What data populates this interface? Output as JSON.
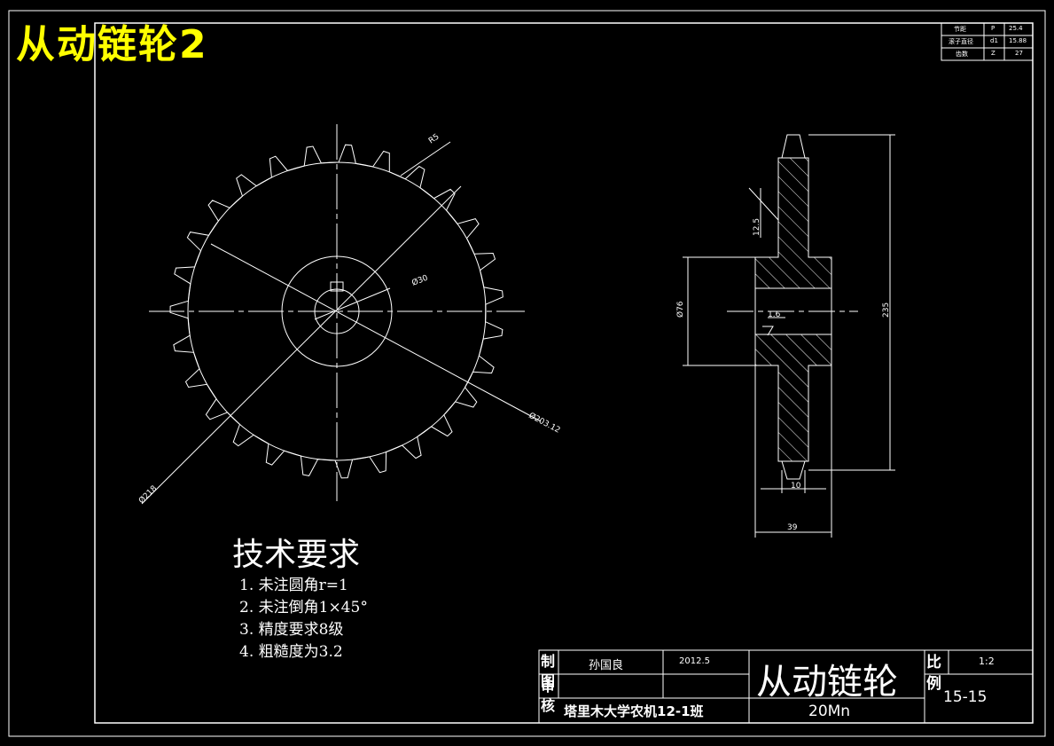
{
  "header_title": "从动链轮2",
  "param_table": {
    "rows": [
      {
        "name": "节距",
        "symbol": "P",
        "value": "25.4"
      },
      {
        "name": "滚子直径",
        "symbol": "d1",
        "value": "15.88"
      },
      {
        "name": "齿数",
        "symbol": "Z",
        "value": "27"
      }
    ]
  },
  "front_view": {
    "dim_r5": "R5",
    "dim_bore": "Ø30",
    "dim_outer": "Ø203.12",
    "dim_root": "Ø218"
  },
  "side_view": {
    "dim_h125": "12.5",
    "dim_d76": "Ø76",
    "dim_h235": "235",
    "dim_16": "1.6",
    "dim_w10": "10",
    "dim_w39": "39"
  },
  "tech_requirements": {
    "title": "技术要求",
    "items": [
      "1. 未注圆角r=1",
      "2. 未注倒角1×45°",
      "3. 精度要求8级",
      "4. 粗糙度为3.2"
    ]
  },
  "title_block": {
    "label_draw": "制图",
    "label_check": "审核",
    "drafter": "孙国良",
    "date": "2012.5",
    "school": "塔里木大学农机12-1班",
    "part_name": "从动链轮",
    "material": "20Mn",
    "scale_label": "比例",
    "scale_value": "1:2",
    "drawing_no": "15-15"
  },
  "colors": {
    "background": "#000000",
    "lines": "#ffffff",
    "title": "#ffff00"
  }
}
